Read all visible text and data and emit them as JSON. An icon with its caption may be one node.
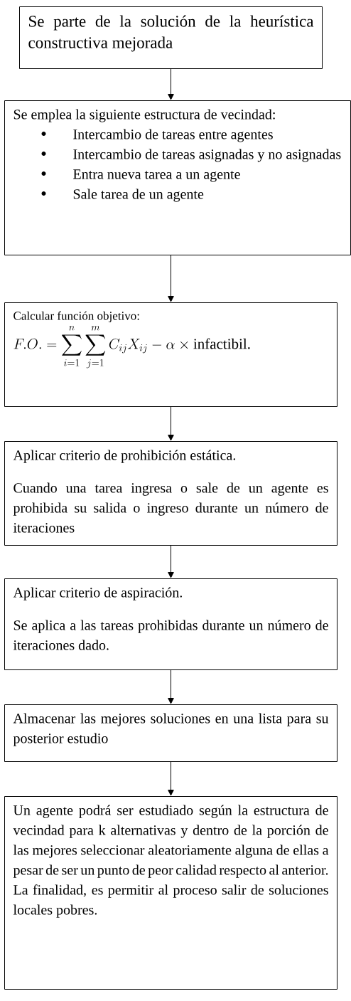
{
  "diagram": {
    "nodes": [
      {
        "text": [
          "Se parte de la solución de la heurística constructiva mejorada"
        ]
      },
      {
        "text": [
          "Se emplea la siguiente estructura de vecindad:",
          "Intercambio de tareas entre agentes",
          "Intercambio de tareas asignadas y no asignadas",
          "Entra nueva tarea a un agente",
          "Sale tarea de un agente"
        ]
      },
      {
        "text": [
          "Calcular función objetivo:",
          "F.O. = \\sum_{i=1}^{n}\\sum_{j=1}^{m} C_{ij} X_{ij} - \\alpha \\times \\text{infactibil.}"
        ]
      },
      {
        "text": [
          "Aplicar criterio de prohibición estática.",
          "Cuando una tarea ingresa o sale de un agente es prohibida su salida o ingreso durante un número de iteraciones"
        ]
      },
      {
        "text": [
          "Aplicar criterio de aspiración.",
          "Se aplica a las tareas prohibidas durante un número de iteraciones dado."
        ]
      },
      {
        "text": [
          "Almacenar las mejores soluciones en una lista para su posterior estudio"
        ]
      },
      {
        "text": [
          "Un agente podrá ser estudiado según la estructura de vecindad para k alternativas y dentro de la porción de las mejores seleccionar aleatoriamente alguna de ellas a pesar de ser un punto de peor calidad respecto al anterior. La finalidad, es permitir al proceso salir de soluciones locales pobres."
        ]
      }
    ],
    "edges": [
      {
        "from": 0,
        "to": 1,
        "arrow": "to"
      },
      {
        "from": 1,
        "to": 2,
        "arrow": "to"
      },
      {
        "from": 2,
        "to": 3,
        "arrow": "to"
      },
      {
        "from": 3,
        "to": 4,
        "arrow": "to"
      },
      {
        "from": 4,
        "to": 5,
        "arrow": "to"
      },
      {
        "from": 5,
        "to": 6,
        "arrow": "to"
      }
    ]
  }
}
